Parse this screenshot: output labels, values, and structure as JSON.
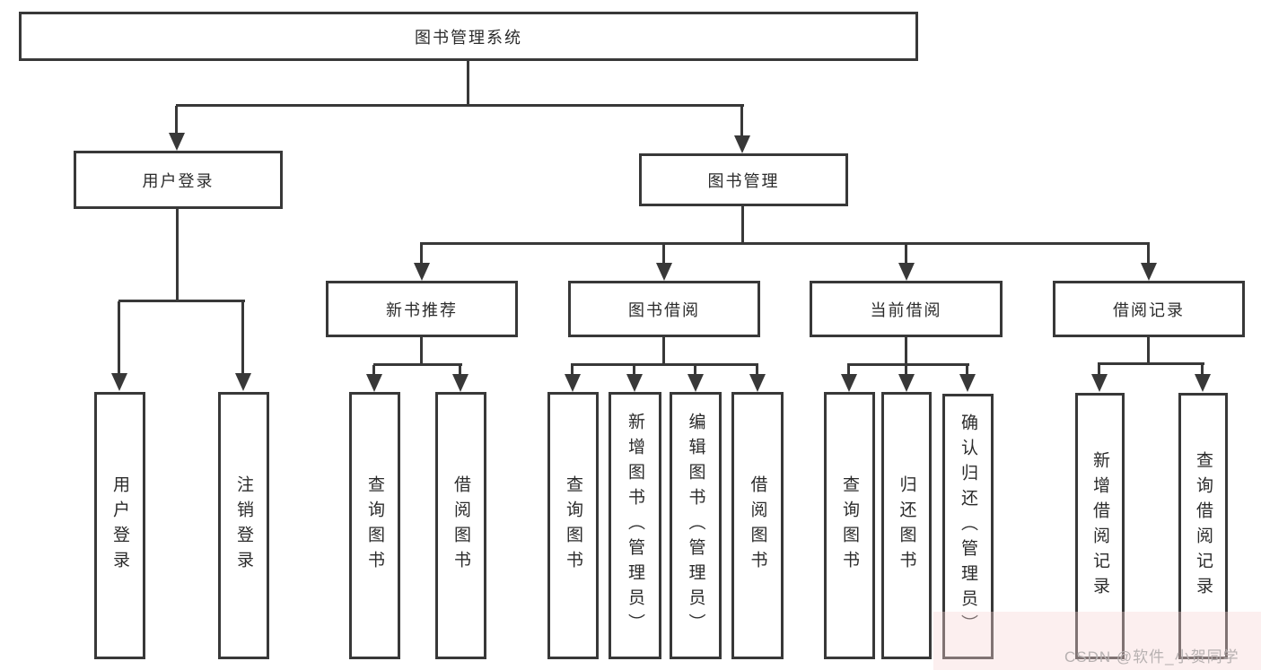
{
  "diagram_title": "图书管理系统",
  "tree": {
    "root": "图书管理系统",
    "branches": [
      {
        "label": "用户登录",
        "leaves": [
          "用户登录",
          "注销登录"
        ]
      },
      {
        "label": "图书管理",
        "groups": [
          {
            "label": "新书推荐",
            "leaves": [
              "查询图书",
              "借阅图书"
            ]
          },
          {
            "label": "图书借阅",
            "leaves": [
              "查询图书",
              "新增图书（管理员）",
              "编辑图书（管理员）",
              "借阅图书"
            ]
          },
          {
            "label": "当前借阅",
            "leaves": [
              "查询图书",
              "归还图书",
              "确认归还（管理员）"
            ]
          },
          {
            "label": "借阅记录",
            "leaves": [
              "新增借阅记录",
              "查询借阅记录"
            ]
          }
        ]
      }
    ]
  },
  "watermark": {
    "text": "CSDN @软件_小贺同学"
  },
  "colors": {
    "line": "#383838",
    "text": "#2b2b2b",
    "background": "#ffffff",
    "watermark_text": "#b7b1b1",
    "watermark_tint": "#f7d5d5"
  }
}
